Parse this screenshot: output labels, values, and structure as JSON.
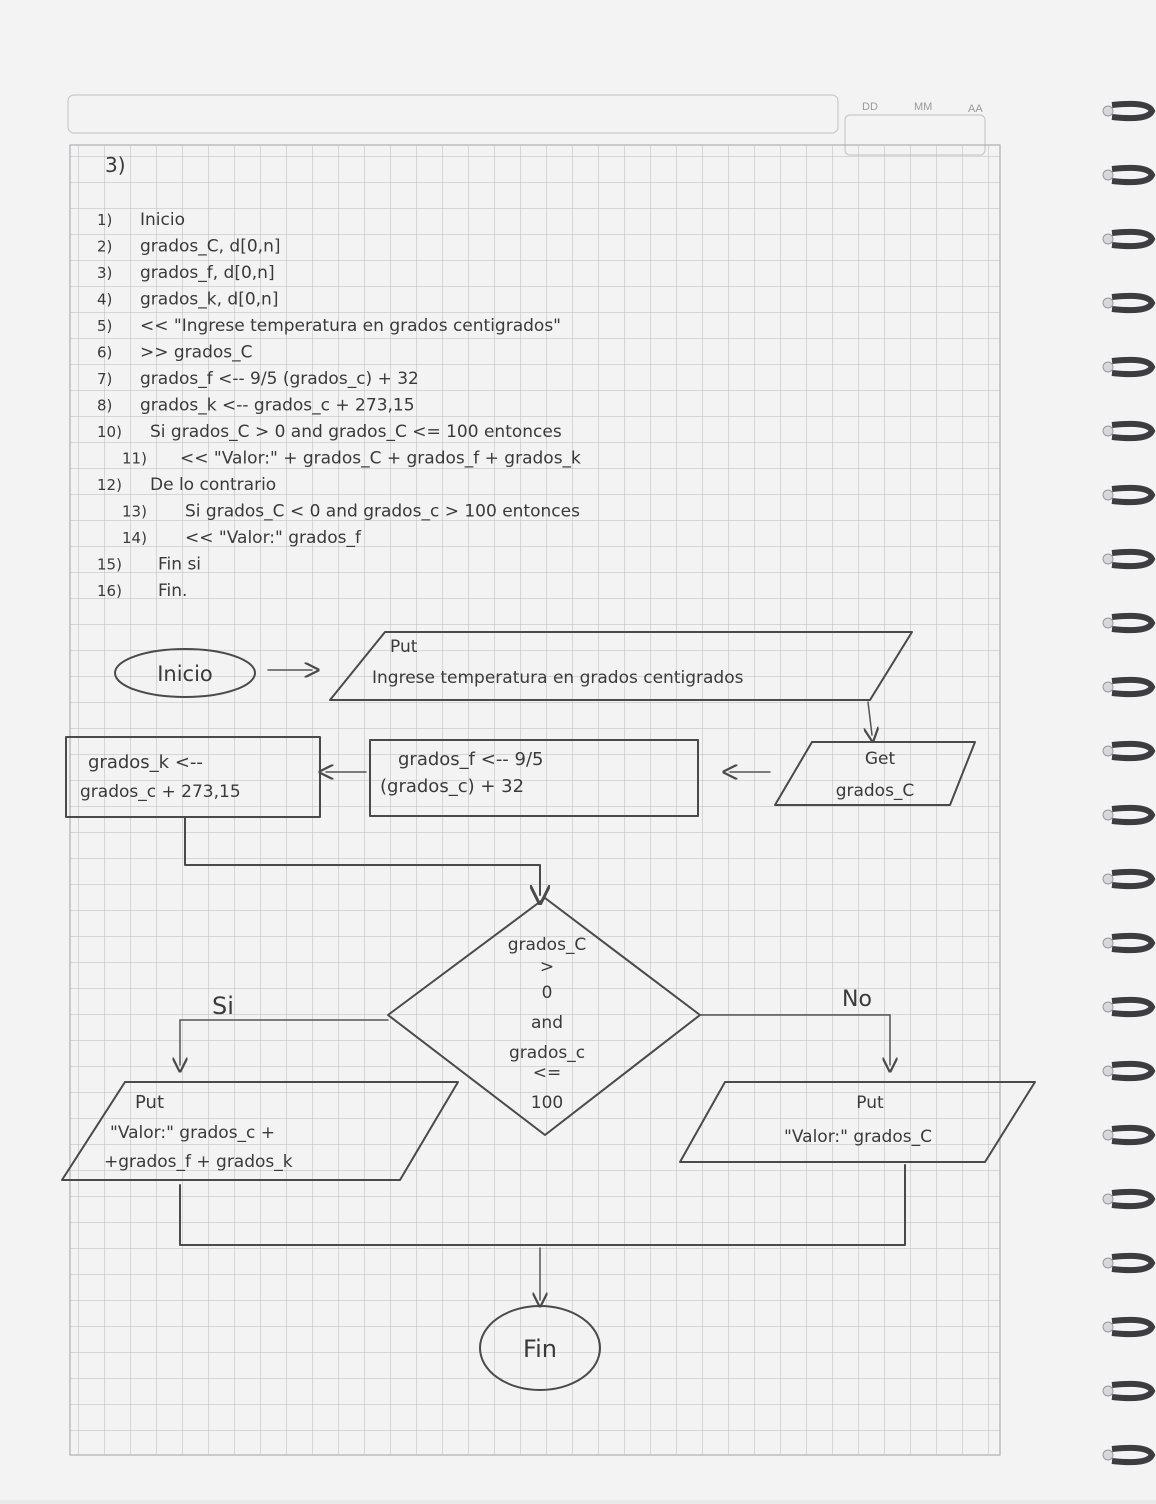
{
  "header": {
    "date_labels": [
      "DD",
      "MM",
      "AA"
    ]
  },
  "exercise_number": "3)",
  "algorithm": [
    {
      "n": "1)",
      "text": "Inicio"
    },
    {
      "n": "2)",
      "text": "grados_C, d[0,n]"
    },
    {
      "n": "3)",
      "text": "grados_f, d[0,n]"
    },
    {
      "n": "4)",
      "text": "grados_k, d[0,n]"
    },
    {
      "n": "5)",
      "text": "<< \"Ingrese temperatura en grados centigrados\""
    },
    {
      "n": "6)",
      "text": ">> grados_C"
    },
    {
      "n": "7)",
      "text": "grados_f <-- 9/5 (grados_c) + 32"
    },
    {
      "n": "8)",
      "text": "grados_k <-- grados_c + 273,15"
    },
    {
      "n": "10)",
      "text": "Si grados_C > 0 and grados_C <= 100 entonces"
    },
    {
      "n": "11)",
      "text": "<< \"Valor:\" + grados_C + grados_f + grados_k"
    },
    {
      "n": "12)",
      "text": "De lo contrario"
    },
    {
      "n": "13)",
      "text": "Si grados_C < 0 and grados_c > 100 entonces"
    },
    {
      "n": "14)",
      "text": "<< \"Valor:\" grados_f"
    },
    {
      "n": "15)",
      "text": "Fin si"
    },
    {
      "n": "16)",
      "text": "Fin."
    }
  ],
  "flowchart": {
    "start": "Inicio",
    "input_prompt": {
      "line1": "Put",
      "line2": "Ingrese temperatura en grados centigrados"
    },
    "get": {
      "line1": "Get",
      "line2": "grados_C"
    },
    "calc_f": {
      "line1": "grados_f <-- 9/5",
      "line2": "(grados_c) + 32"
    },
    "calc_k": {
      "line1": "grados_k <--",
      "line2": "grados_c + 273,15"
    },
    "decision": [
      "grados_C",
      ">",
      "0",
      "and",
      "grados_c",
      "<=",
      "100"
    ],
    "yes_label": "Si",
    "no_label": "No",
    "out_yes": {
      "line1": "Put",
      "line2": "\"Valor:\" grados_c +",
      "line3": "+grados_f + grados_k"
    },
    "out_no": {
      "line1": "Put",
      "line2": "\"Valor:\" grados_C"
    },
    "end": "Fin"
  }
}
